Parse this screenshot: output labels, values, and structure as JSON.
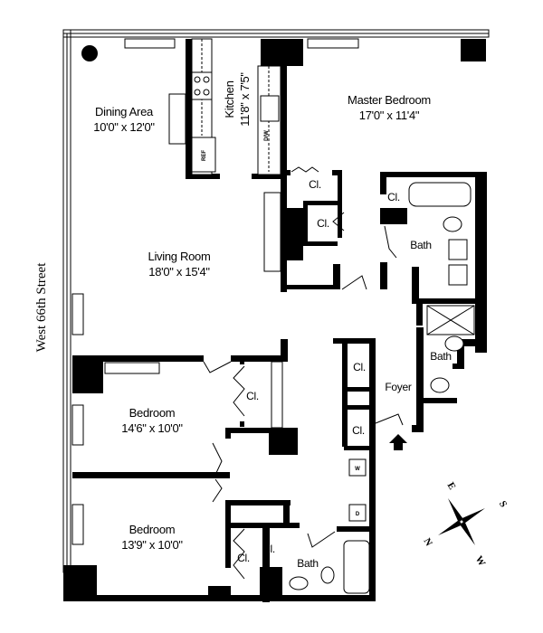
{
  "street": "West 66th Street",
  "rooms": {
    "dining": {
      "name": "Dining Area",
      "size": "10'0\"  x 12'0\""
    },
    "kitchen": {
      "name": "Kitchen",
      "size": "11'8\" x 7'5\""
    },
    "master": {
      "name": "Master Bedroom",
      "size": "17'0\" x 11'4\""
    },
    "living": {
      "name": "Living Room",
      "size": "18'0\" x 15'4\""
    },
    "bedroom1": {
      "name": "Bedroom",
      "size": "14'6\" x 10'0\""
    },
    "bedroom2": {
      "name": "Bedroom",
      "size": "13'9\" x 10'0\""
    },
    "foyer": {
      "name": "Foyer"
    },
    "bath_master": {
      "name": "Bath"
    },
    "bath_hall": {
      "name": "Bath"
    },
    "bath_bedroom": {
      "name": "Bath"
    }
  },
  "closet_label": "Cl.",
  "appliances": {
    "ref": "REF",
    "dw": "D/W",
    "washer": "W",
    "dryer": "D"
  },
  "compass": {
    "n": "N",
    "e": "E",
    "s": "S",
    "w": "W"
  }
}
